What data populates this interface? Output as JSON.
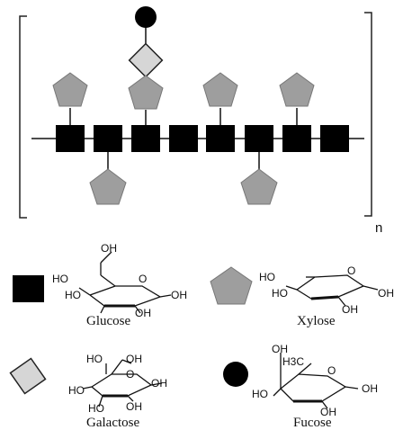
{
  "repeat_subscript": "n",
  "legend": {
    "glucose": {
      "name": "Glucose",
      "shape": "square",
      "color": "#000000"
    },
    "xylose": {
      "name": "Xylose",
      "shape": "pentagon",
      "color": "#9e9e9e"
    },
    "galactose": {
      "name": "Galactose",
      "shape": "diamond",
      "color": "#d6d6d6"
    },
    "fucose": {
      "name": "Fucose",
      "shape": "circle",
      "color": "#000000"
    }
  },
  "structure_labels": {
    "oh": "OH",
    "ho": "HO",
    "h3c": "H3C",
    "o": "O"
  },
  "colors": {
    "glucose": "#000000",
    "xylose": "#9e9e9e",
    "galactose": "#d6d6d6",
    "fucose": "#000000"
  }
}
